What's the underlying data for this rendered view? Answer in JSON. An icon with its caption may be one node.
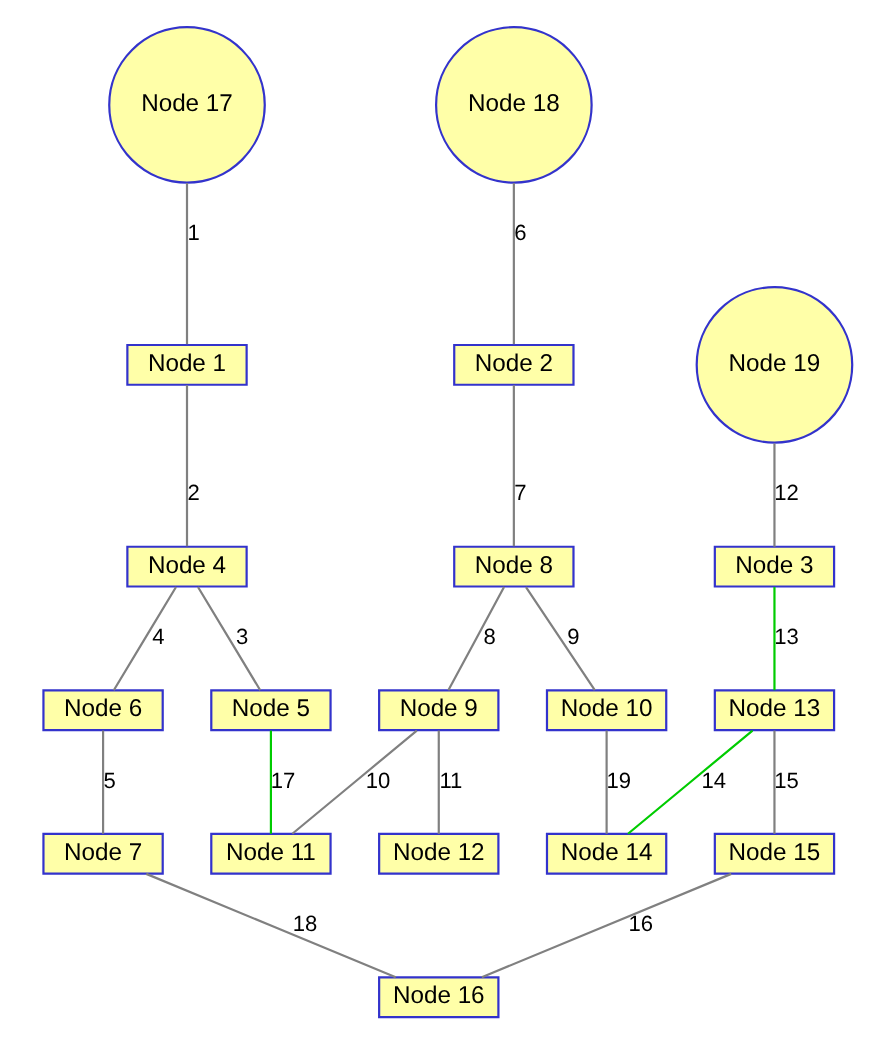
{
  "diagram": {
    "nodes": [
      {
        "text": [
          "Node 18"
        ]
      },
      {
        "text": [
          "Node 17"
        ]
      },
      {
        "text": [
          "Node 19"
        ]
      },
      {
        "text": [
          "Node 2"
        ]
      },
      {
        "text": [
          "Node 1"
        ]
      },
      {
        "text": [
          "Node 3"
        ]
      },
      {
        "text": [
          "Node 8"
        ]
      },
      {
        "text": [
          "Node 4"
        ]
      },
      {
        "text": [
          "Node 13"
        ]
      },
      {
        "text": [
          "Node 10"
        ]
      },
      {
        "text": [
          "Node 9"
        ]
      },
      {
        "text": [
          "Node 5"
        ]
      },
      {
        "text": [
          "Node 6"
        ]
      },
      {
        "text": [
          "Node 15"
        ]
      },
      {
        "text": [
          "Node 14"
        ]
      },
      {
        "text": [
          "Node 12"
        ]
      },
      {
        "text": [
          "Node 11"
        ]
      },
      {
        "text": [
          "Node 7"
        ]
      },
      {
        "text": [
          "Node 16"
        ]
      }
    ],
    "edges": [
      {
        "from": 1,
        "to": 4,
        "arrow": "none",
        "label": "1"
      },
      {
        "from": 4,
        "to": 7,
        "arrow": "none",
        "label": "2"
      },
      {
        "from": 7,
        "to": 11,
        "arrow": "none",
        "label": "3"
      },
      {
        "from": 7,
        "to": 12,
        "arrow": "none",
        "label": "4"
      },
      {
        "from": 12,
        "to": 17,
        "arrow": "none",
        "label": "5"
      },
      {
        "from": 0,
        "to": 3,
        "arrow": "none",
        "label": "6"
      },
      {
        "from": 3,
        "to": 6,
        "arrow": "none",
        "label": "7"
      },
      {
        "from": 6,
        "to": 10,
        "arrow": "none",
        "label": "8"
      },
      {
        "from": 6,
        "to": 9,
        "arrow": "none",
        "label": "9"
      },
      {
        "from": 10,
        "to": 16,
        "arrow": "none",
        "label": "10"
      },
      {
        "from": 10,
        "to": 15,
        "arrow": "none",
        "label": "11"
      },
      {
        "from": 2,
        "to": 5,
        "arrow": "none",
        "label": "12"
      },
      {
        "from": 5,
        "to": 8,
        "arrow": "none",
        "label": "13",
        "color": "#00cc00"
      },
      {
        "from": 8,
        "to": 14,
        "arrow": "none",
        "label": "14",
        "color": "#00cc00"
      },
      {
        "from": 8,
        "to": 13,
        "arrow": "none",
        "label": "15"
      },
      {
        "from": 13,
        "to": 18,
        "arrow": "none",
        "label": "16"
      },
      {
        "from": 11,
        "to": 16,
        "arrow": "none",
        "label": "17",
        "color": "#00cc00"
      },
      {
        "from": 17,
        "to": 18,
        "arrow": "none",
        "label": "18"
      },
      {
        "from": 9,
        "to": 14,
        "arrow": "none",
        "label": "19"
      }
    ]
  }
}
